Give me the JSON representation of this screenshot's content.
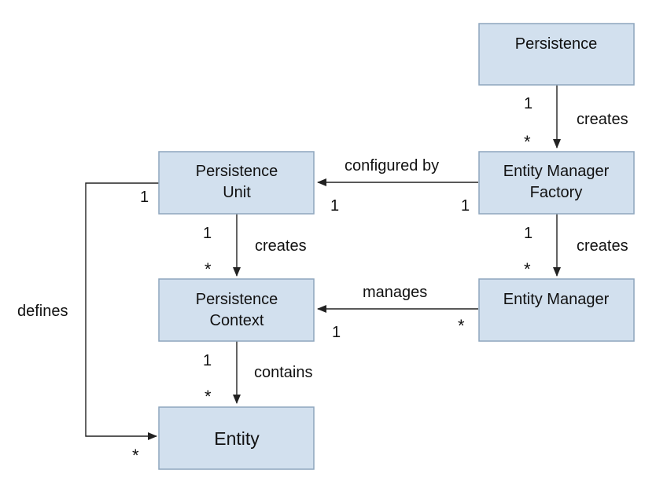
{
  "diagram": {
    "nodes": {
      "persistence": {
        "label_1": "Persistence"
      },
      "emf": {
        "label_1": "Entity Manager",
        "label_2": "Factory"
      },
      "pu": {
        "label_1": "Persistence",
        "label_2": "Unit"
      },
      "pc": {
        "label_1": "Persistence",
        "label_2": "Context"
      },
      "em": {
        "label_1": "Entity Manager"
      },
      "entity": {
        "label_1": "Entity"
      }
    },
    "edges": {
      "persistence_creates_emf": {
        "label": "creates",
        "source_mult": "1",
        "target_mult": "*"
      },
      "emf_configured_by_pu": {
        "label": "configured by",
        "source_mult": "1",
        "target_mult": "1"
      },
      "pu_creates_pc": {
        "label": "creates",
        "source_mult": "1",
        "target_mult": "*"
      },
      "emf_creates_em": {
        "label": "creates",
        "source_mult": "1",
        "target_mult": "*"
      },
      "em_manages_pc": {
        "label": "manages",
        "source_mult": "*",
        "target_mult": "1"
      },
      "pc_contains_entity": {
        "label": "contains",
        "source_mult": "1",
        "target_mult": "*"
      },
      "pu_defines_entity": {
        "label": "defines",
        "source_mult": "1",
        "target_mult": "*"
      }
    }
  }
}
